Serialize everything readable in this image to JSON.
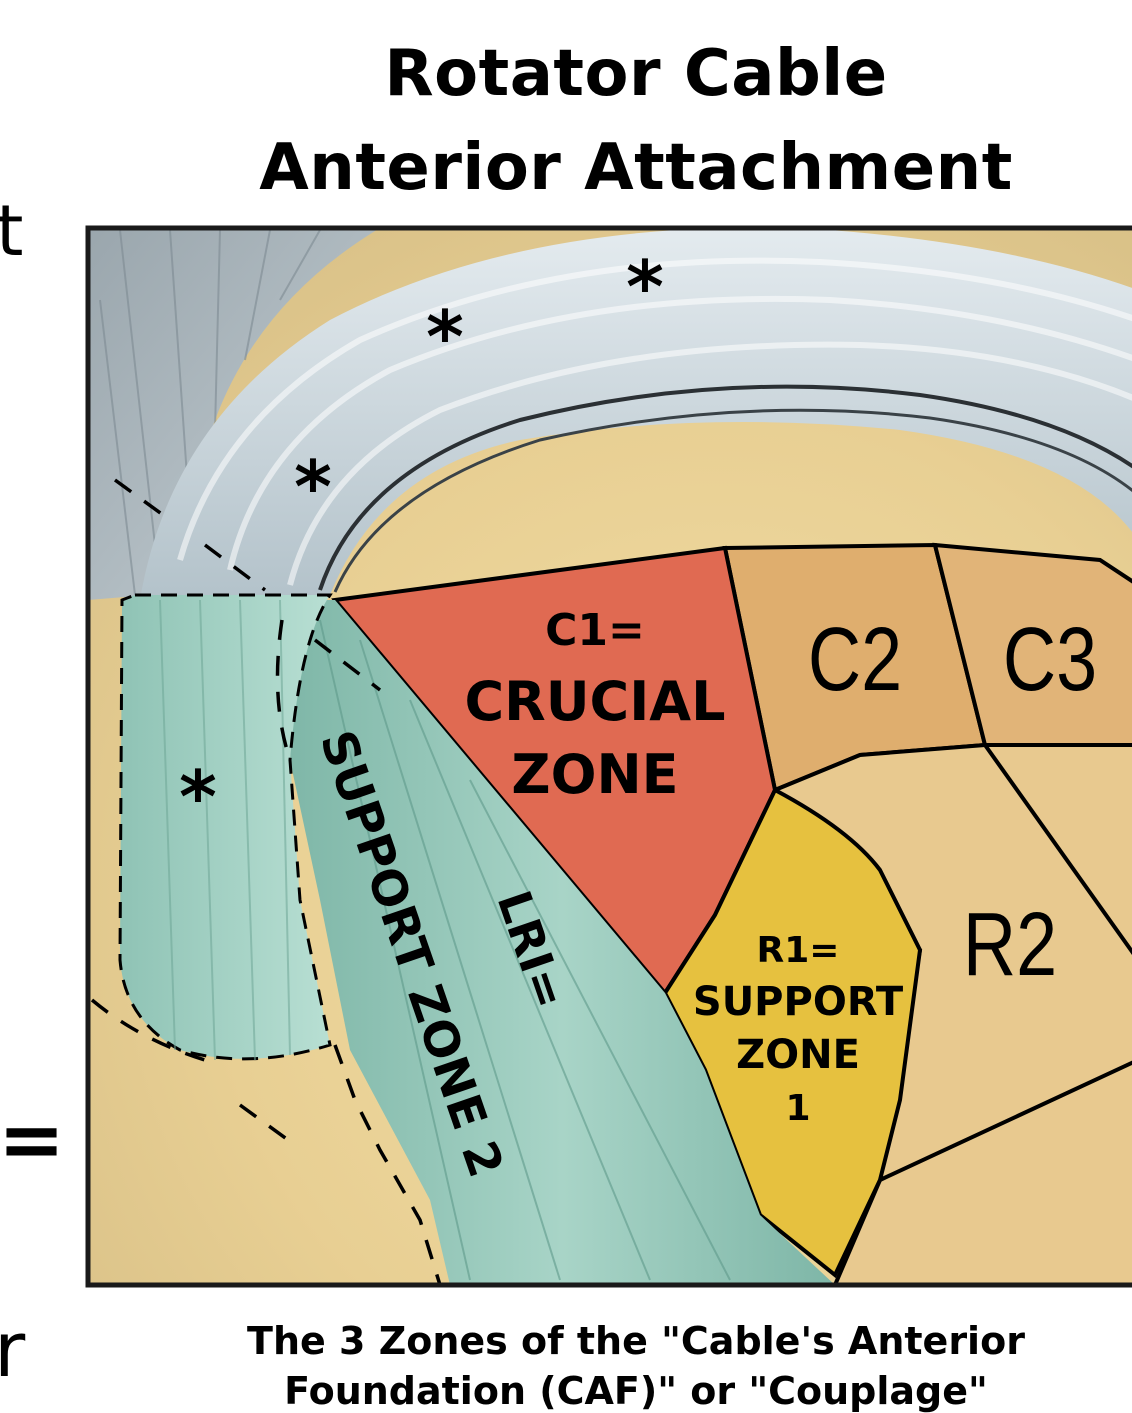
{
  "title": {
    "line1": "Rotator Cable",
    "line2": "Anterior Attachment"
  },
  "zones": {
    "c1": {
      "line1": "C1=",
      "line2": "CRUCIAL",
      "line3": "ZONE"
    },
    "c2": "C2",
    "c3": "C3",
    "r1": {
      "line1": "R1=",
      "line2": "SUPPORT",
      "line3": "ZONE",
      "line4": "1"
    },
    "r2": "R2",
    "lri": {
      "line1": "LRI=",
      "line2": "SUPPORT ZONE 2"
    }
  },
  "markers": {
    "asterisk": "*"
  },
  "caption": {
    "line1": "The 3 Zones of the \"Cable's Anterior",
    "line2": "Foundation (CAF)\" or \"Couplage\""
  },
  "edge_fragments": {
    "top": "t",
    "middle": "=",
    "bottom": "r"
  },
  "colors": {
    "crucial_zone": "#e06a52",
    "support_zone_1": "#e6c13f",
    "c_zones": "#dfae6e",
    "support_zone_2": "#8ec4b5",
    "cable": "#c9d5dc",
    "background_tissue": "#e9d39a"
  }
}
